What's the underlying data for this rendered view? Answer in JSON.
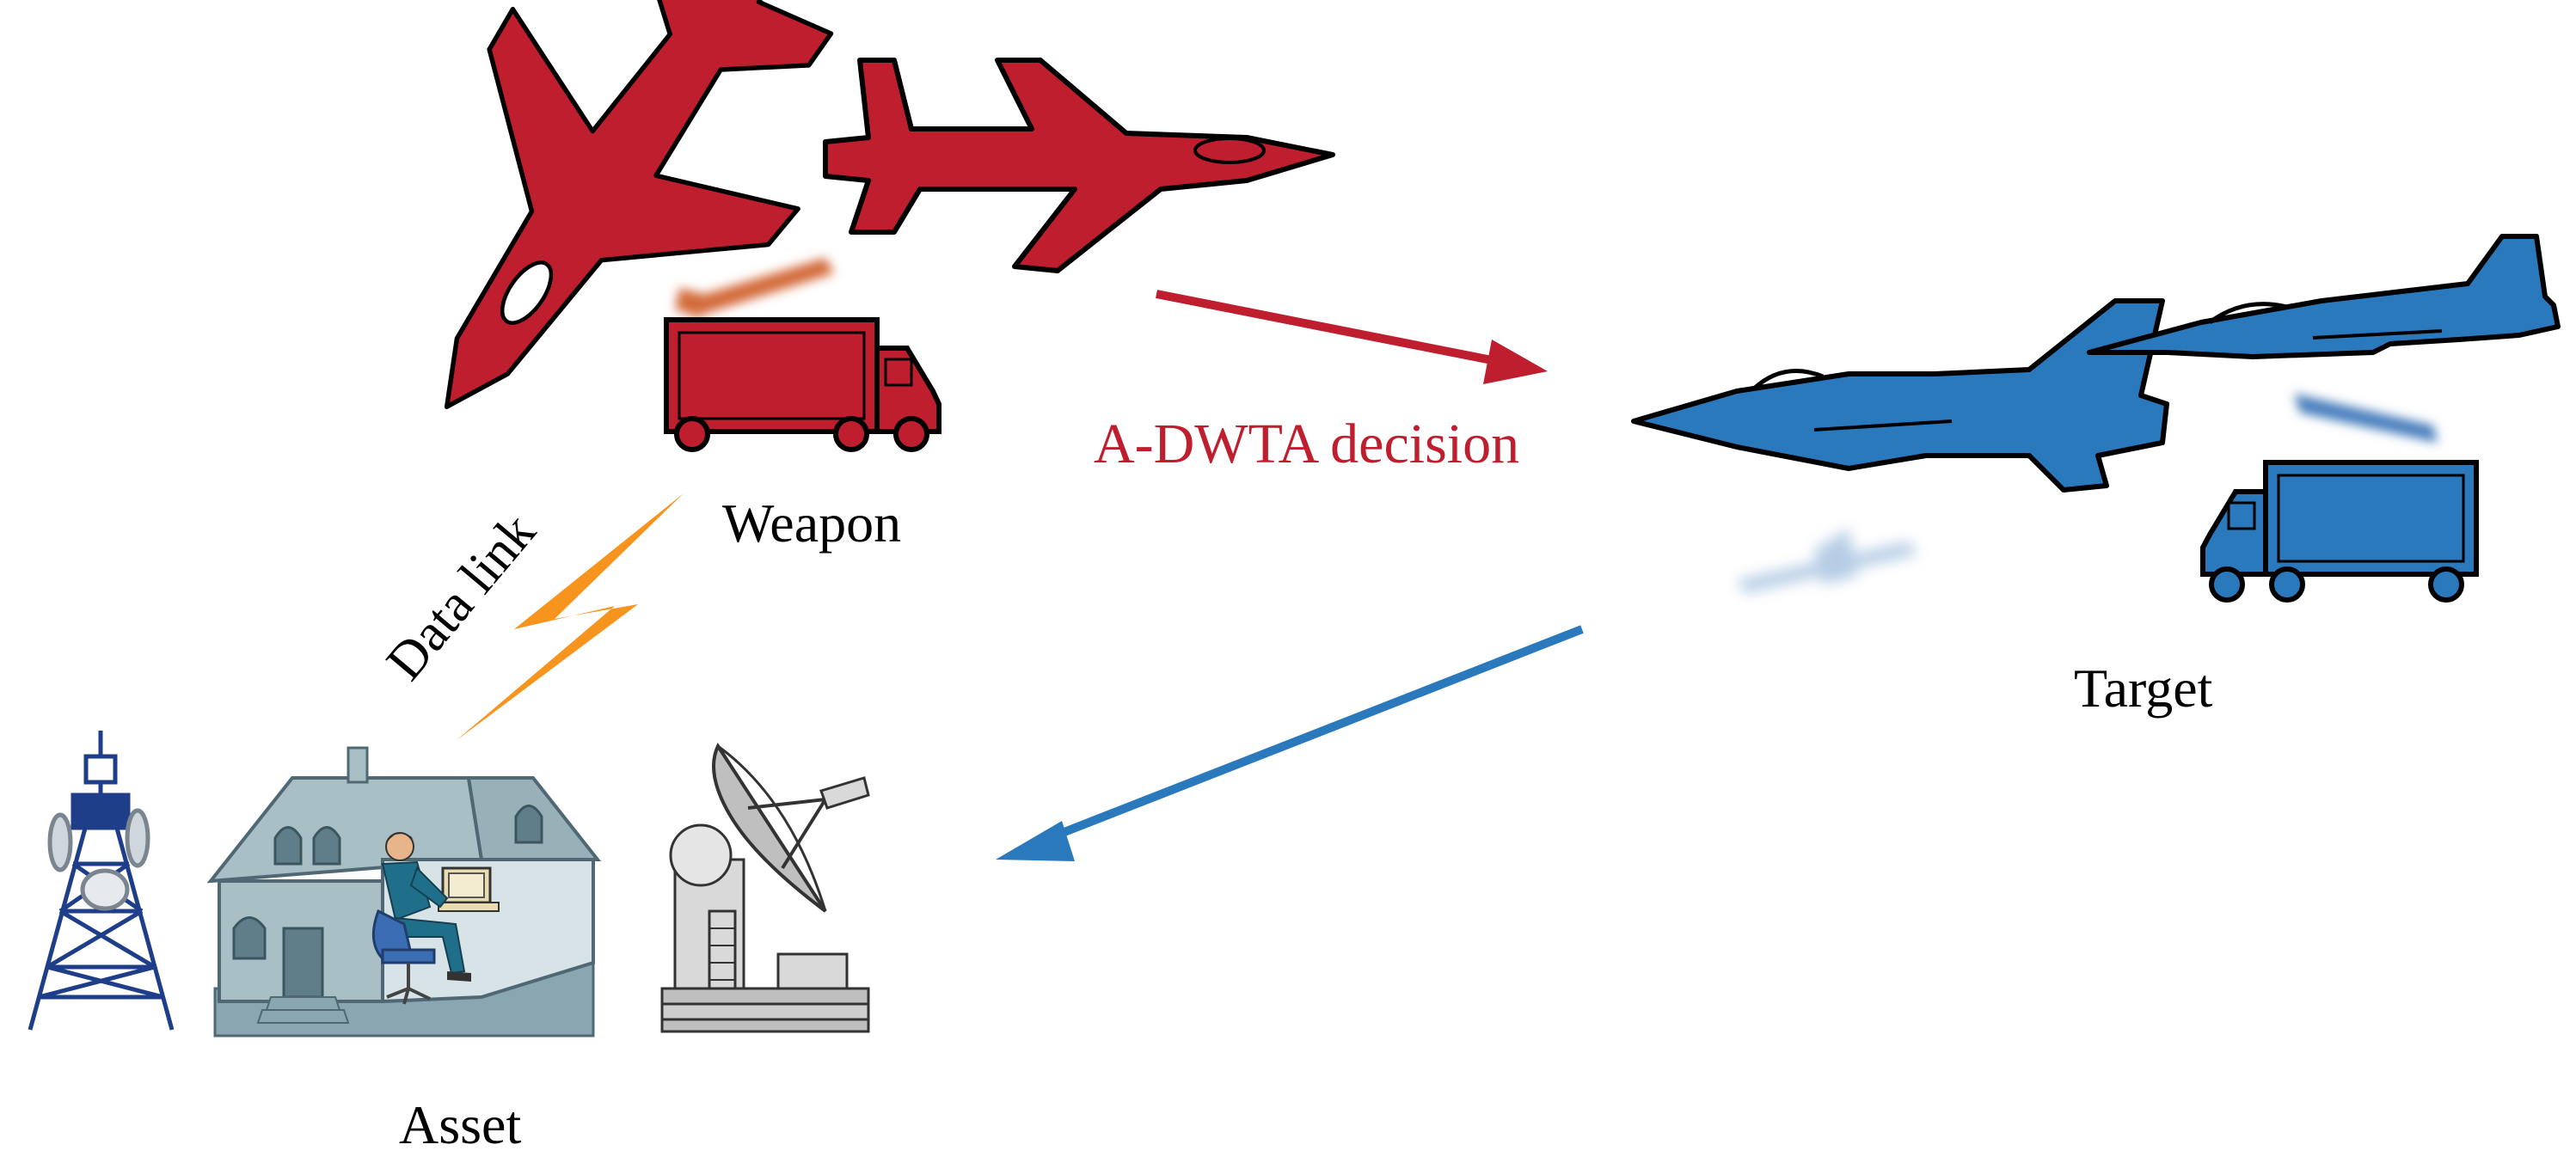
{
  "labels": {
    "weapon": "Weapon",
    "decision": "A-DWTA decision",
    "target": "Target",
    "asset": "Asset",
    "data_link": "Data link"
  },
  "colors": {
    "weapon": "#be1e2d",
    "target": "#2a79bd",
    "link": "#f7941d",
    "decision_arrow": "#be1e2d",
    "return_arrow": "#2a79bd",
    "house": "#a9bfc6",
    "radar": "#bfbfbf"
  },
  "icons": {
    "weapon_group": [
      "fighter-jet-icon",
      "fighter-jet-icon",
      "missile-icon",
      "truck-icon"
    ],
    "target_group": [
      "fighter-jet-icon",
      "fighter-jet-icon",
      "missile-icon",
      "missile-icon",
      "truck-icon"
    ],
    "asset_group": [
      "radio-tower-icon",
      "house-icon",
      "operator-icon",
      "radar-dish-icon"
    ],
    "link": "lightning-icon"
  }
}
